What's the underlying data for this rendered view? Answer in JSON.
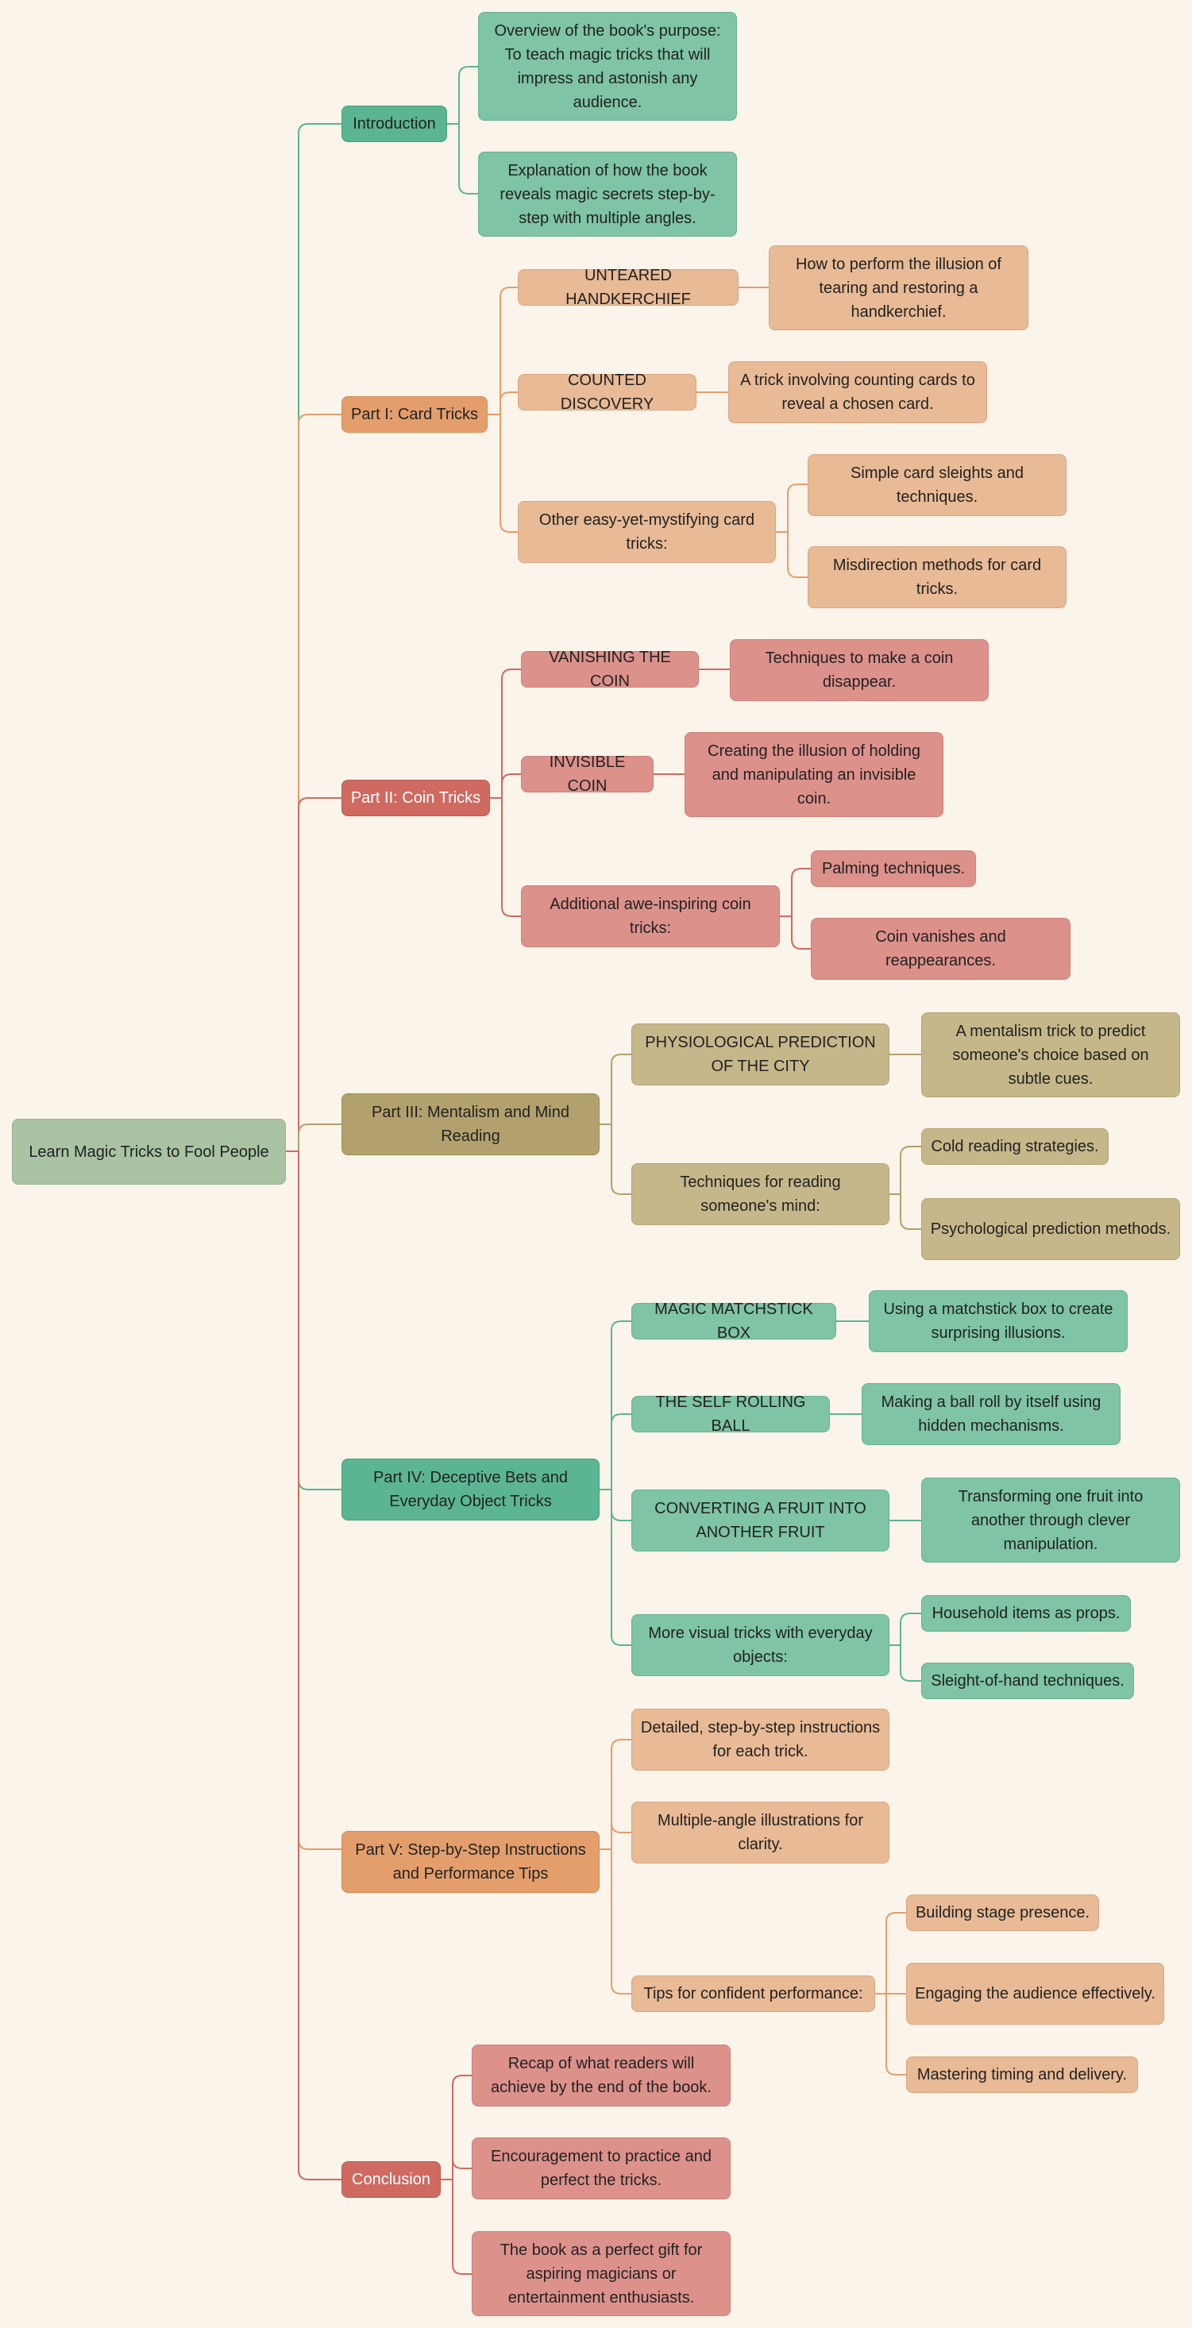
{
  "root": "Learn Magic Tricks to Fool People",
  "branches": [
    {
      "label": "Introduction",
      "children": [
        {
          "label": "Overview of the book's purpose: To teach magic tricks that will impress and astonish any audience."
        },
        {
          "label": "Explanation of how the book reveals magic secrets step-by-step with multiple angles."
        }
      ]
    },
    {
      "label": "Part I: Card Tricks",
      "children": [
        {
          "label": "UNTEARED HANDKERCHIEF",
          "children": [
            {
              "label": "How to perform the illusion of tearing and restoring a handkerchief."
            }
          ]
        },
        {
          "label": "COUNTED DISCOVERY",
          "children": [
            {
              "label": "A trick involving counting cards to reveal a chosen card."
            }
          ]
        },
        {
          "label": "Other easy-yet-mystifying card tricks:",
          "children": [
            {
              "label": "Simple card sleights and techniques."
            },
            {
              "label": "Misdirection methods for card tricks."
            }
          ]
        }
      ]
    },
    {
      "label": "Part II: Coin Tricks",
      "children": [
        {
          "label": "VANISHING THE COIN",
          "children": [
            {
              "label": "Techniques to make a coin disappear."
            }
          ]
        },
        {
          "label": "INVISIBLE COIN",
          "children": [
            {
              "label": "Creating the illusion of holding and manipulating an invisible coin."
            }
          ]
        },
        {
          "label": "Additional awe-inspiring coin tricks:",
          "children": [
            {
              "label": "Palming techniques."
            },
            {
              "label": "Coin vanishes and reappearances."
            }
          ]
        }
      ]
    },
    {
      "label": "Part III: Mentalism and Mind Reading",
      "children": [
        {
          "label": "PHYSIOLOGICAL PREDICTION OF THE CITY",
          "children": [
            {
              "label": "A mentalism trick to predict someone's choice based on subtle cues."
            }
          ]
        },
        {
          "label": "Techniques for reading someone's mind:",
          "children": [
            {
              "label": "Cold reading strategies."
            },
            {
              "label": "Psychological prediction methods."
            }
          ]
        }
      ]
    },
    {
      "label": "Part IV: Deceptive Bets and Everyday Object Tricks",
      "children": [
        {
          "label": "MAGIC MATCHSTICK BOX",
          "children": [
            {
              "label": "Using a matchstick box to create surprising illusions."
            }
          ]
        },
        {
          "label": "THE SELF ROLLING BALL",
          "children": [
            {
              "label": "Making a ball roll by itself using hidden mechanisms."
            }
          ]
        },
        {
          "label": "CONVERTING A FRUIT INTO ANOTHER FRUIT",
          "children": [
            {
              "label": "Transforming one fruit into another through clever manipulation."
            }
          ]
        },
        {
          "label": "More visual tricks with everyday objects:",
          "children": [
            {
              "label": "Household items as props."
            },
            {
              "label": "Sleight-of-hand techniques."
            }
          ]
        }
      ]
    },
    {
      "label": "Part V: Step-by-Step Instructions and Performance Tips",
      "children": [
        {
          "label": "Detailed, step-by-step instructions for each trick."
        },
        {
          "label": "Multiple-angle illustrations for clarity."
        },
        {
          "label": "Tips for confident performance:",
          "children": [
            {
              "label": "Building stage presence."
            },
            {
              "label": "Engaging the audience effectively."
            },
            {
              "label": "Mastering timing and delivery."
            }
          ]
        }
      ]
    },
    {
      "label": "Conclusion",
      "children": [
        {
          "label": "Recap of what readers will achieve by the end of the book."
        },
        {
          "label": "Encouragement to practice and perfect the tricks."
        },
        {
          "label": "The book as a perfect gift for aspiring magicians or entertainment enthusiasts."
        }
      ]
    }
  ],
  "colors": {
    "background": "#faf4ea",
    "green_link": "#5cb592",
    "orange_link": "#e39e6b",
    "red_link": "#cf6a61",
    "khaki_link": "#b3a16d"
  }
}
